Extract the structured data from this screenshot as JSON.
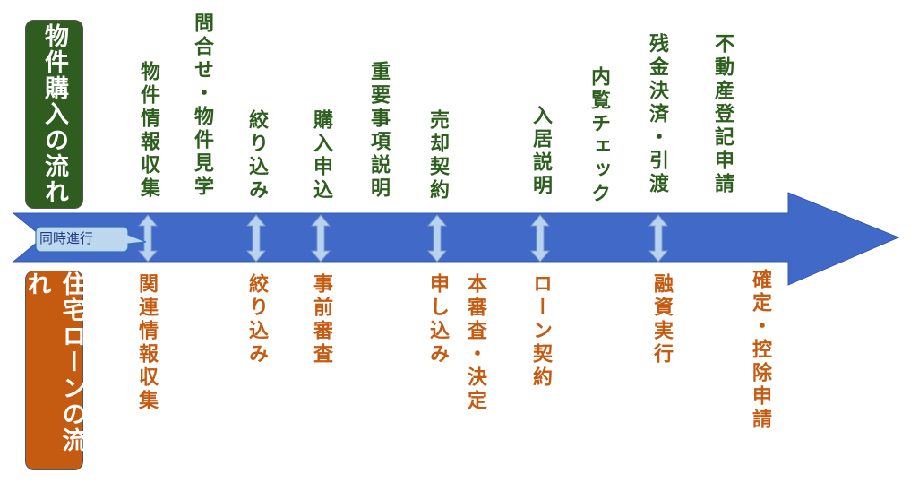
{
  "sections": {
    "purchase_title": "物件購入の流れ",
    "loan_title": "住宅ローンの流れ"
  },
  "callout": "同時進行",
  "purchase_steps": [
    "物件情報収集",
    "問合せ・物件見学",
    "絞り込み",
    "購入申込",
    "重要事項説明",
    "売却契約",
    "入居説明",
    "内覧チェック",
    "残金決済・引渡",
    "不動産登記申請"
  ],
  "loan_steps": [
    "関連情報収集",
    "絞り込み",
    "事前審査",
    "申し込み",
    "本審査・決定",
    "ローン契約",
    "融資実行",
    "確定・控除申請"
  ],
  "colors": {
    "purchase": "#2d5e1e",
    "loan": "#c55a11",
    "arrow": "#4169c8",
    "sync": "#b8d3f0"
  }
}
